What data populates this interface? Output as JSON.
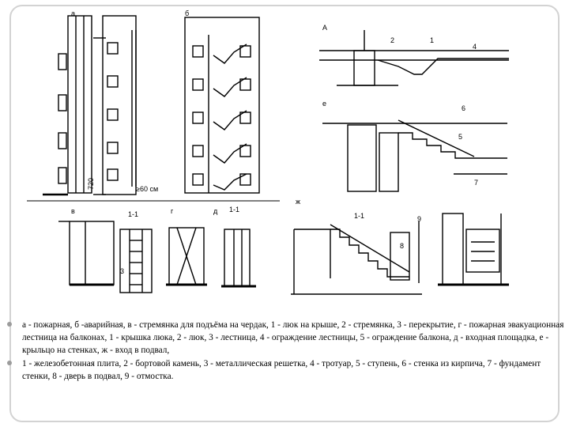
{
  "figure": {
    "panel_letters": [
      "а",
      "б",
      "А",
      "в",
      "г",
      "д",
      "е",
      "ж"
    ],
    "section_marks": [
      "1-1",
      "1-1",
      "1-1"
    ],
    "dimensions": [
      "720",
      "≥60 см"
    ],
    "part_numbers": [
      "1",
      "2",
      "3",
      "4",
      "5",
      "6",
      "7",
      "8",
      "9"
    ]
  },
  "caption": {
    "paragraphs": [
      "а - пожарная, б -аварийная, в - стремянка для подъёма на чердак, 1 - люк на крыше, 2 - стремянка, 3 - перекрытие, г - пожарная эвакуационная лестница на балконах, 1 - крышка люка, 2 - люк, 3 - лестница, 4 - ограждение лестницы, 5 - ограждение балкона, д - входная площадка, е - крыльцо на стенках, ж - вход в подвал,",
      "1 - железобетонная плита, 2 - бортовой камень, 3 - металлическая решетка, 4 - тротуар, 5 - ступень, 6 - стенка из кирпича, 7 - фундамент стенки, 8 - дверь в подвал, 9 - отмостка."
    ]
  }
}
